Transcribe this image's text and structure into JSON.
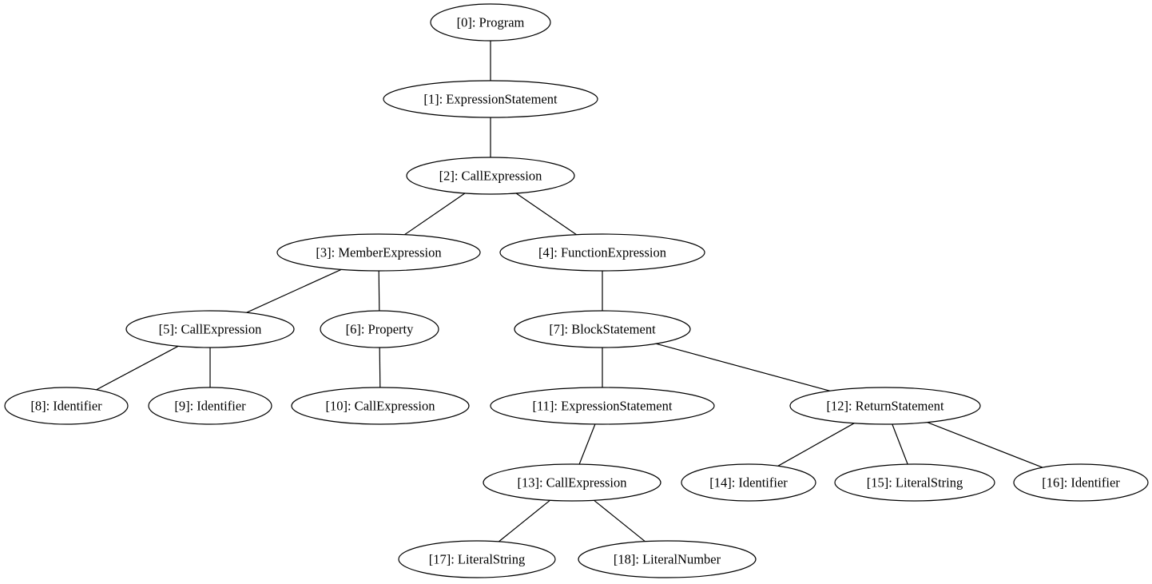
{
  "diagram": {
    "nodes": [
      {
        "id": 0,
        "label": "[0]: Program"
      },
      {
        "id": 1,
        "label": "[1]: ExpressionStatement"
      },
      {
        "id": 2,
        "label": "[2]: CallExpression"
      },
      {
        "id": 3,
        "label": "[3]: MemberExpression"
      },
      {
        "id": 4,
        "label": "[4]: FunctionExpression"
      },
      {
        "id": 5,
        "label": "[5]: CallExpression"
      },
      {
        "id": 6,
        "label": "[6]: Property"
      },
      {
        "id": 7,
        "label": "[7]: BlockStatement"
      },
      {
        "id": 8,
        "label": "[8]: Identifier"
      },
      {
        "id": 9,
        "label": "[9]: Identifier"
      },
      {
        "id": 10,
        "label": "[10]: CallExpression"
      },
      {
        "id": 11,
        "label": "[11]: ExpressionStatement"
      },
      {
        "id": 12,
        "label": "[12]: ReturnStatement"
      },
      {
        "id": 13,
        "label": "[13]: CallExpression"
      },
      {
        "id": 14,
        "label": "[14]: Identifier"
      },
      {
        "id": 15,
        "label": "[15]: LiteralString"
      },
      {
        "id": 16,
        "label": "[16]: Identifier"
      },
      {
        "id": 17,
        "label": "[17]: LiteralString"
      },
      {
        "id": 18,
        "label": "[18]: LiteralNumber"
      }
    ],
    "edges": [
      [
        0,
        1
      ],
      [
        1,
        2
      ],
      [
        2,
        3
      ],
      [
        2,
        4
      ],
      [
        3,
        5
      ],
      [
        3,
        6
      ],
      [
        4,
        7
      ],
      [
        5,
        8
      ],
      [
        5,
        9
      ],
      [
        6,
        10
      ],
      [
        7,
        11
      ],
      [
        7,
        12
      ],
      [
        11,
        13
      ],
      [
        12,
        14
      ],
      [
        12,
        15
      ],
      [
        12,
        16
      ],
      [
        13,
        17
      ],
      [
        13,
        18
      ]
    ]
  }
}
